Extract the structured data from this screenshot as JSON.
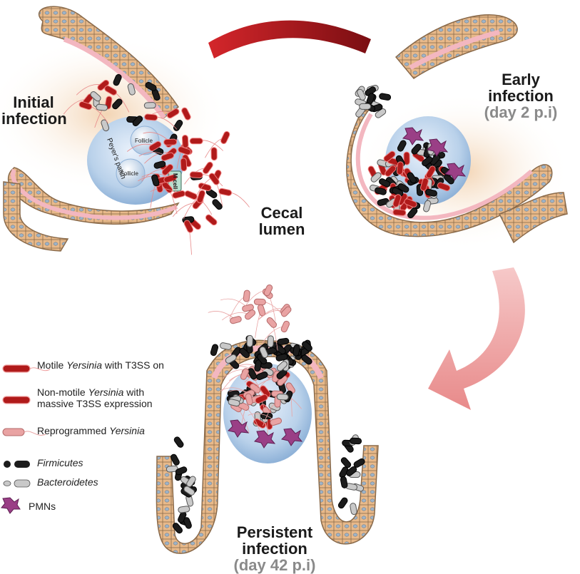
{
  "labels": {
    "initial_infection": [
      "Initial",
      "infection"
    ],
    "early_infection": [
      "Early",
      "infection"
    ],
    "early_day": "(day 2 p.i)",
    "cecal_lumen": [
      "Cecal",
      "lumen"
    ],
    "persistent_infection": [
      "Persistent",
      "infection"
    ],
    "persistent_day": "(day 42 p.i)",
    "peyers_patch": "Peyer's patch",
    "follicle": "Follicle",
    "m_cell": "M cell"
  },
  "legend": [
    {
      "pre": "Motile ",
      "italic": "Yersinia",
      "post": " with T3SS on",
      "line2": ""
    },
    {
      "pre": "Non-motile ",
      "italic": "Yersinia",
      "post": " with",
      "line2": "massive T3SS expression"
    },
    {
      "pre": "Reprogrammed ",
      "italic": "Yersinia",
      "post": "",
      "line2": ""
    },
    {
      "pre": "",
      "italic": "Firmicutes",
      "post": "",
      "line2": ""
    },
    {
      "pre": "",
      "italic": "Bacteroidetes",
      "post": "",
      "line2": ""
    },
    {
      "pre": "PMNs",
      "italic": "",
      "post": "",
      "line2": ""
    }
  ],
  "colors": {
    "epithelium": "#e8b98a",
    "epithelium_border": "#8a6a4a",
    "nucleus": "#9fb4c8",
    "mucus": "#f3b7c0",
    "follicle": "#bcd3ea",
    "yersinia": "#b01a1a",
    "reprogrammed": "#e9a3a3",
    "firmicutes": "#1c1c1c",
    "bacteroidetes": "#c9c9c9",
    "pmn": "#9a3f86",
    "arrow_dark": "#a3161a",
    "arrow_light": "#f2b2b2"
  }
}
